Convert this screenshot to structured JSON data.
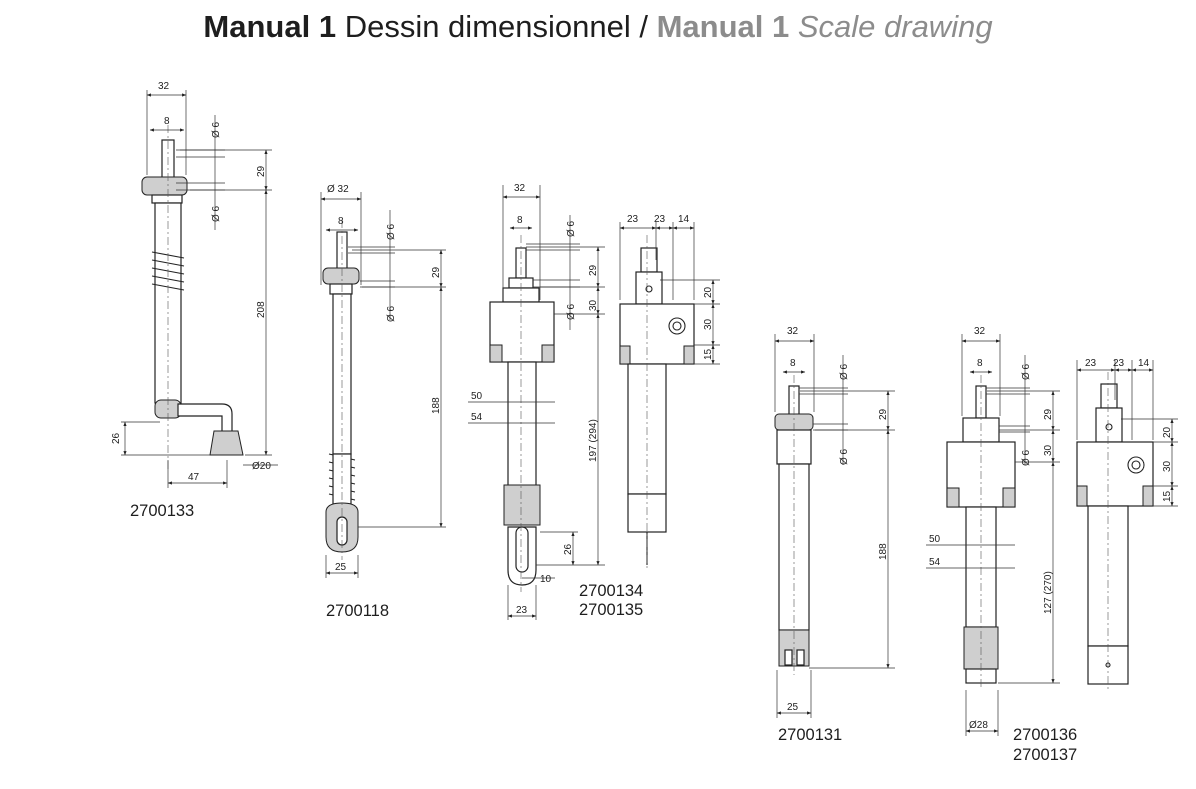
{
  "title": {
    "part1_bold": "Manual 1",
    "part1_text": " Dessin dimensionnel / ",
    "part2_bold": "Manual 1",
    "part2_italic": " Scale drawing"
  },
  "parts": [
    {
      "id": "p1",
      "part_number": "2700133",
      "dims": [
        "32",
        "8",
        "Ø 6",
        "29",
        "Ø 6",
        "208",
        "26",
        "47",
        "Ø20"
      ]
    },
    {
      "id": "p2",
      "part_number": "2700118",
      "dims": [
        "Ø 32",
        "8",
        "Ø 6",
        "29",
        "Ø 6",
        "188",
        "25"
      ]
    },
    {
      "id": "p3",
      "part_number_lines": [
        "2700134",
        "2700135"
      ],
      "dims": [
        "32",
        "8",
        "Ø 6",
        "29",
        "Ø 6",
        "30",
        "50",
        "54",
        "197 (294)",
        "26",
        "10",
        "23"
      ],
      "side_dims": [
        "23",
        "23",
        "14",
        "20",
        "30",
        "15"
      ]
    },
    {
      "id": "p4",
      "part_number": "2700131",
      "dims": [
        "32",
        "8",
        "Ø 6",
        "29",
        "Ø 6",
        "188",
        "25"
      ]
    },
    {
      "id": "p5",
      "part_number_lines": [
        "2700136",
        "2700137"
      ],
      "dims": [
        "32",
        "8",
        "Ø 6",
        "29",
        "Ø 6",
        "30",
        "50",
        "54",
        "127 (270)",
        "Ø28"
      ],
      "side_dims": [
        "23",
        "23",
        "14",
        "20",
        "30",
        "15"
      ]
    }
  ]
}
